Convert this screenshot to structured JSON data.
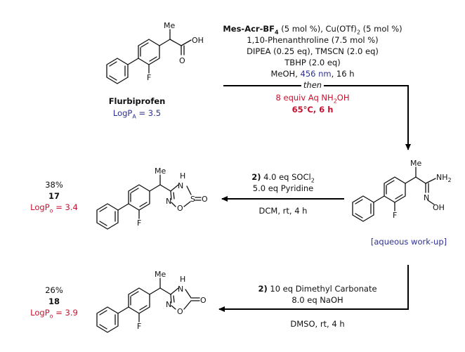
{
  "flurbiprofen": {
    "name": "Flurbiprofen",
    "logp_prefix": "LogP",
    "logp_sub": "A",
    "logp_value": " = 3.5"
  },
  "step1": {
    "catalyst": "Mes-Acr-BF",
    "catalyst_sub": "4",
    "catalyst_rest": " (5 mol %), Cu(OTf)",
    "cu_sub": "2",
    "cu_rest": " (5 mol %)",
    "line2": "1,10-Phenanthroline (7.5 mol %)",
    "line3": "DIPEA (0.25 eq), TMSCN (2.0 eq)",
    "line4": "TBHP (2.0 eq)",
    "line5_a": "MeOH, ",
    "line5_b": "456 nm",
    "line5_c": ", 16 h",
    "then": "then",
    "line7_a": "8 equiv Aq NH",
    "line7_sub": "2",
    "line7_b": "OH",
    "line8": "65°C, 6 h"
  },
  "workup": "[aqueous work-up]",
  "step2": {
    "num": "2)",
    "line1_a": " 4.0 eq SOCl",
    "line1_sub": "2",
    "line2": "5.0 eq Pyridine",
    "line3": "DCM, rt, 4 h"
  },
  "step3": {
    "num": "2)",
    "line1_a": " 10 eq Dimethyl Carbonate",
    "line2": "8.0 eq NaOH",
    "line3": "DMSO, rt, 4 h"
  },
  "product17": {
    "yield": "38%",
    "id": "17",
    "logp_prefix": "LogP",
    "logp_sub": "o",
    "logp_value": " = 3.4"
  },
  "product18": {
    "yield": "26%",
    "id": "18",
    "logp_prefix": "LogP",
    "logp_sub": "o",
    "logp_value": " = 3.9"
  },
  "atoms": {
    "me": "Me",
    "oh": "OH",
    "o": "O",
    "f": "F",
    "nh2": "NH",
    "nh2_sub": "2",
    "n": "N",
    "h": "H",
    "s": "S"
  },
  "colors": {
    "red": "#c8102e",
    "blue": "#2e3192"
  }
}
